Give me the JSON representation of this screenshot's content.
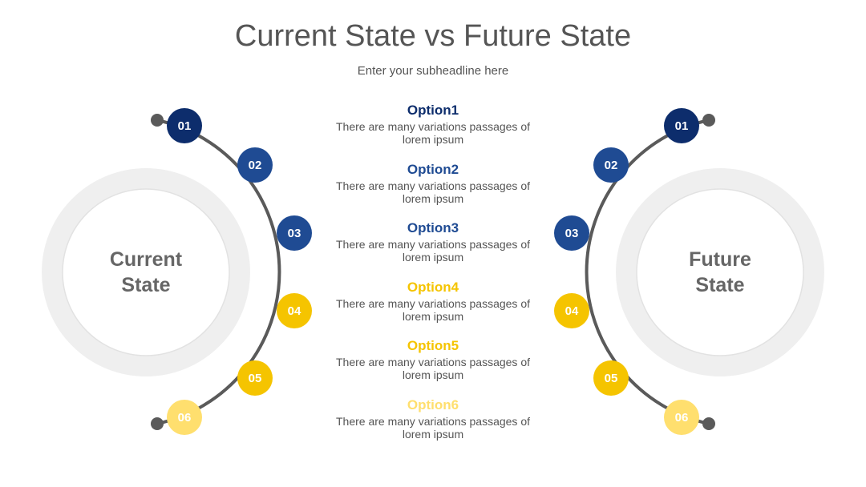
{
  "header": {
    "title": "Current State vs Future State",
    "subtitle": "Enter your subheadline here"
  },
  "left": {
    "label_line1": "Current",
    "label_line2": "State"
  },
  "right": {
    "label_line1": "Future",
    "label_line2": "State"
  },
  "colors": {
    "dark_navy": "#0d2d6c",
    "blue": "#1f4b93",
    "yellow": "#f5c400",
    "light_yellow": "#ffdf6e",
    "connector": "#5a5a5a",
    "ring": "#efefef"
  },
  "steps": [
    {
      "num": "01",
      "title": "Option1",
      "desc": "There are many variations passages of lorem ipsum",
      "color": "#0d2d6c"
    },
    {
      "num": "02",
      "title": "Option2",
      "desc": "There are many variations passages of lorem ipsum",
      "color": "#1f4b93"
    },
    {
      "num": "03",
      "title": "Option3",
      "desc": "There are many variations passages of lorem ipsum",
      "color": "#1f4b93"
    },
    {
      "num": "04",
      "title": "Option4",
      "desc": "There are many variations passages of lorem ipsum",
      "color": "#f5c400"
    },
    {
      "num": "05",
      "title": "Option5",
      "desc": "There are many variations passages of lorem ipsum",
      "color": "#f5c400"
    },
    {
      "num": "06",
      "title": "Option6",
      "desc": "There are many variations passages of lorem ipsum",
      "color": "#ffdf6e"
    }
  ]
}
